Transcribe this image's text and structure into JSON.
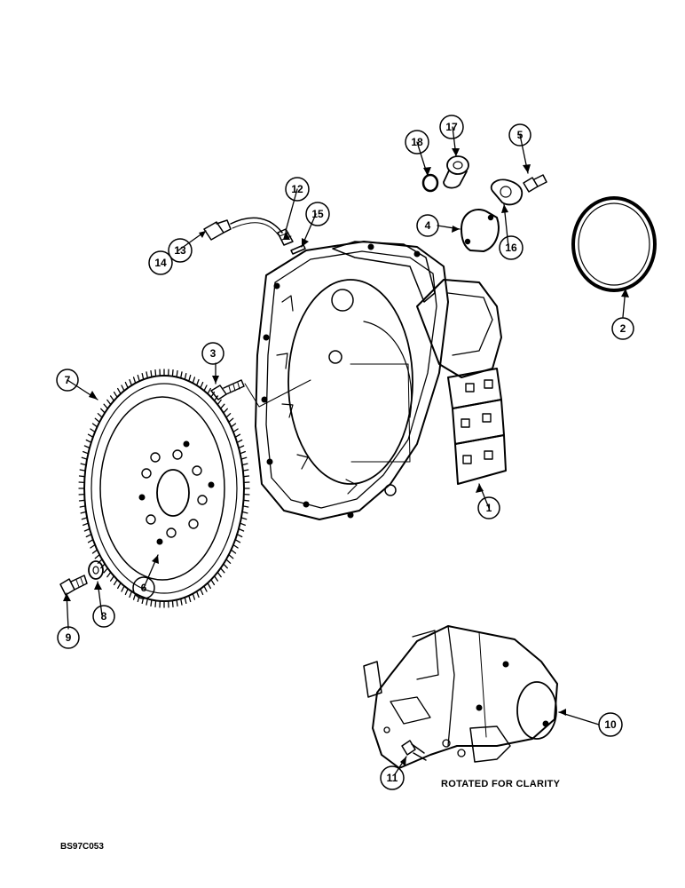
{
  "callouts": {
    "c1": "1",
    "c2": "2",
    "c3": "3",
    "c4": "4",
    "c5": "5",
    "c6": "6",
    "c7": "7",
    "c8": "8",
    "c9": "9",
    "c10": "10",
    "c11": "11",
    "c12": "12",
    "c13": "13",
    "c14": "14",
    "c15": "15",
    "c16": "16",
    "c17": "17",
    "c18": "18"
  },
  "caption": "ROTATED FOR CLARITY",
  "drawing_code": "BS97C053"
}
